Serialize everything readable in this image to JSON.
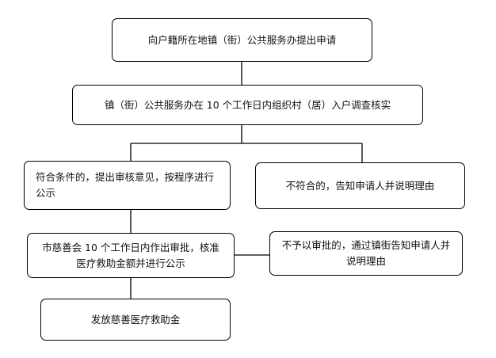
{
  "steps": {
    "apply": "向户籍所在地镇（街）公共服务办提出申请",
    "investigate": "镇（街）公共服务办在 10 个工作日内组织村（居）入户调查核实",
    "eligible": "符合条件的，提出审核意见，按程序进行公示",
    "ineligible": "不符合的，告知申请人并说明理由",
    "approve": "市慈善会 10 个工作日内作出审批，核准医疗救助金额并进行公示",
    "reject": "不予以审批的，通过镇街告知申请人并说明理由",
    "disburse": "发放慈善医疗救助金"
  }
}
